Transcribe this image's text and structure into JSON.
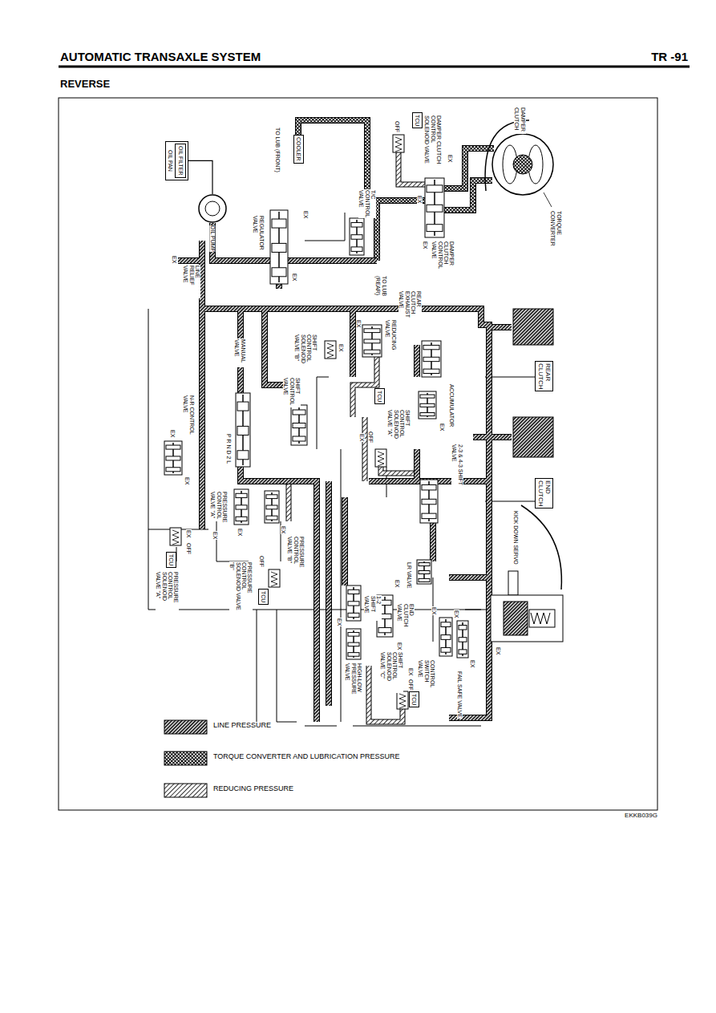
{
  "diagram": {
    "title": "REVERSE",
    "nodes": [
      {
        "text": [
          "OIL PAN"
        ]
      },
      {
        "text": [
          "OIL FILTER"
        ],
        "in": 0
      },
      {
        "text": [
          "OIL PUMP"
        ]
      },
      {
        "text": [
          "COOLER"
        ]
      },
      {
        "text": [
          "TCU"
        ]
      },
      {
        "text": [
          "TCU"
        ]
      },
      {
        "text": [
          "TCU"
        ]
      },
      {
        "text": [
          "TCU"
        ]
      },
      {
        "text": [
          "TCU"
        ]
      },
      {
        "text": [
          "REAR CLUTCH"
        ]
      },
      {
        "text": [
          "END CLUTCH"
        ]
      }
    ],
    "edges": [
      {
        "from": 1,
        "to": 2,
        "arrow": "none"
      }
    ],
    "labels": [
      "AUTOMATIC TRANSAXLE SYSTEM",
      "TR -91",
      "DAMPER CLUTCH",
      "TORQUE CONVERTER",
      "DAMPER CLUTCH CONTROL SOLENOID VALVE",
      "EX",
      "OFF",
      "TO LUB (FRONT)",
      "T/C CONTROL VALVE",
      "EX",
      "DAMPER CLUTCH CONTROL VALVE",
      "EX",
      "REGULATOR VALVE",
      "EX",
      "EX",
      "LINE RELIEF VALVE",
      "EX",
      "TO LUB (REAR)",
      "REAR CLUTCH EXHAUST VALVE",
      "REDUCING VALVE",
      "EX",
      "MANUAL VALVE",
      "SHIFT CONTROL SOLENOID VALVE \"B\"",
      "EX",
      "SHIFT CONTROL VALVE",
      "SHIFT CONTROL SOLENOID VALVE \"A\"",
      "EX",
      "OFF",
      "ACCUMULATOR",
      "EX",
      "2-3 & 4-3 SHIFT VALVE",
      "P R N D 2 L",
      "N-R CONTROL VALVE",
      "EX",
      "EX",
      "PRESSURE CONTROL VALVE \"A\"",
      "EX",
      "EX",
      "EX",
      "PRESSURE CONTROL VALVE \"B\"",
      "OFF",
      "PRESSURE CONTROL SOLENOID VALVE \"B\"",
      "EX",
      "OFF",
      "PRESSURE CONTROL SOLENOID VALVE \"A\"",
      "KICK DOWN SERVO",
      "LR VALVE",
      "EX",
      "END CLUTCH VALVE",
      "EX",
      "EX",
      "EX",
      "EX",
      "CONTROL SWITCH VALVE",
      "FAIL SAFE VALVE",
      "1-2 SHIFT VALVE",
      "EX",
      "SHIFT CONTROL SOLENOID VALVE \"C\"",
      "EX",
      "OFF",
      "HIGH-LOW PRESSURE VALVE",
      "EX",
      "EKKB039G"
    ],
    "legend": [
      {
        "text": "LINE PRESSURE"
      },
      {
        "text": "TORQUE CONVERTER AND LUBRICATION PRESSURE"
      },
      {
        "text": "REDUCING PRESSURE"
      }
    ]
  }
}
